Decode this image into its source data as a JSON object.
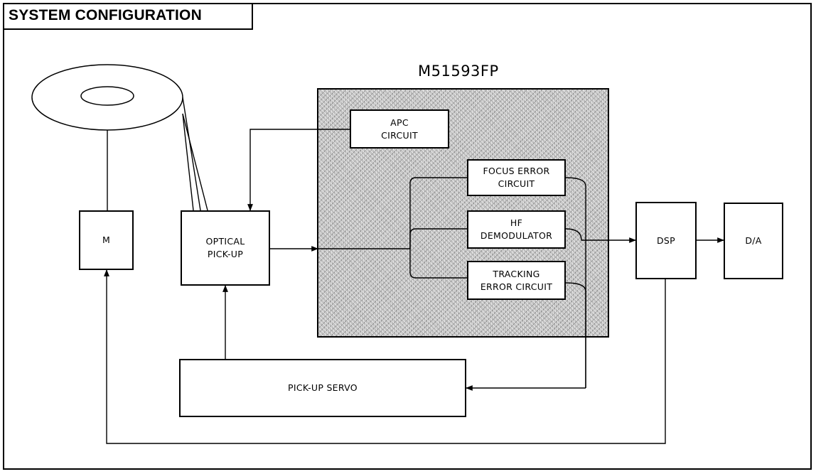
{
  "title": "SYSTEM CONFIGURATION",
  "chip": {
    "label": "M51593FP"
  },
  "blocks": {
    "motor": "M",
    "optical_pickup": "OPTICAL\nPICK-UP",
    "apc": "APC\nCIRCUIT",
    "focus_error": "FOCUS ERROR\nCIRCUIT",
    "hf_demodulator": "HF\nDEMODULATOR",
    "tracking_error": "TRACKING\nERROR CIRCUIT",
    "dsp": "DSP",
    "da": "D/A",
    "pickup_servo": "PICK-UP SERVO"
  }
}
